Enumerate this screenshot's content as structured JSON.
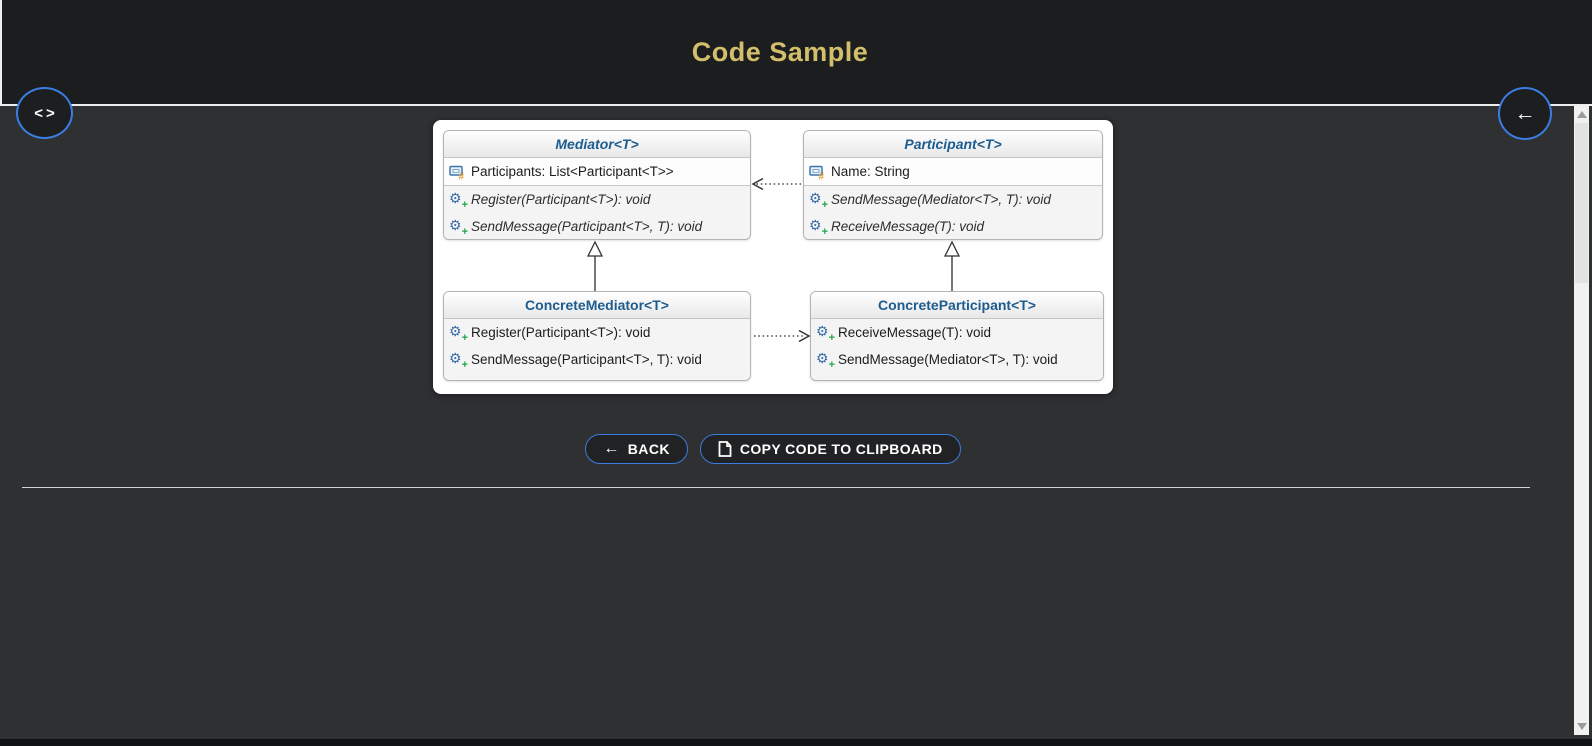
{
  "header": {
    "title": "Code Sample"
  },
  "icons": {
    "code": "<>",
    "left_arrow": "←",
    "gear": "⚙",
    "plus": "+",
    "hash": "#"
  },
  "diagram": {
    "classes": [
      {
        "name": "Mediator<T>",
        "stereotype": "abstract",
        "fields": [
          "Participants: List<Participant<T>>"
        ],
        "methods": [
          "Register(Participant<T>): void",
          "SendMessage(Participant<T>, T): void"
        ]
      },
      {
        "name": "Participant<T>",
        "stereotype": "abstract",
        "fields": [
          "Name: String"
        ],
        "methods": [
          "SendMessage(Mediator<T>, T): void",
          "ReceiveMessage(T): void"
        ]
      },
      {
        "name": "ConcreteMediator<T>",
        "stereotype": "concrete",
        "fields": [],
        "methods": [
          "Register(Participant<T>): void",
          "SendMessage(Participant<T>, T): void"
        ]
      },
      {
        "name": "ConcreteParticipant<T>",
        "stereotype": "concrete",
        "fields": [],
        "methods": [
          "ReceiveMessage(T): void",
          "SendMessage(Mediator<T>, T): void"
        ]
      }
    ],
    "relations": [
      {
        "from": "Participant<T>",
        "to": "Mediator<T>",
        "type": "dashed-dependency"
      },
      {
        "from": "ConcreteMediator<T>",
        "to": "Mediator<T>",
        "type": "generalization"
      },
      {
        "from": "ConcreteParticipant<T>",
        "to": "Participant<T>",
        "type": "generalization"
      },
      {
        "from": "ConcreteMediator<T>",
        "to": "ConcreteParticipant<T>",
        "type": "dashed-dependency"
      }
    ]
  },
  "actions": {
    "back": "BACK",
    "copy": "COPY CODE TO CLIPBOARD"
  },
  "colors": {
    "title_gold": "#d3bf6b",
    "accent_blue_border": "#3b7be0",
    "uml_class_name_blue": "#1d5c8f",
    "header_bg": "#1c1d1f",
    "page_bg": "#2f3032"
  }
}
